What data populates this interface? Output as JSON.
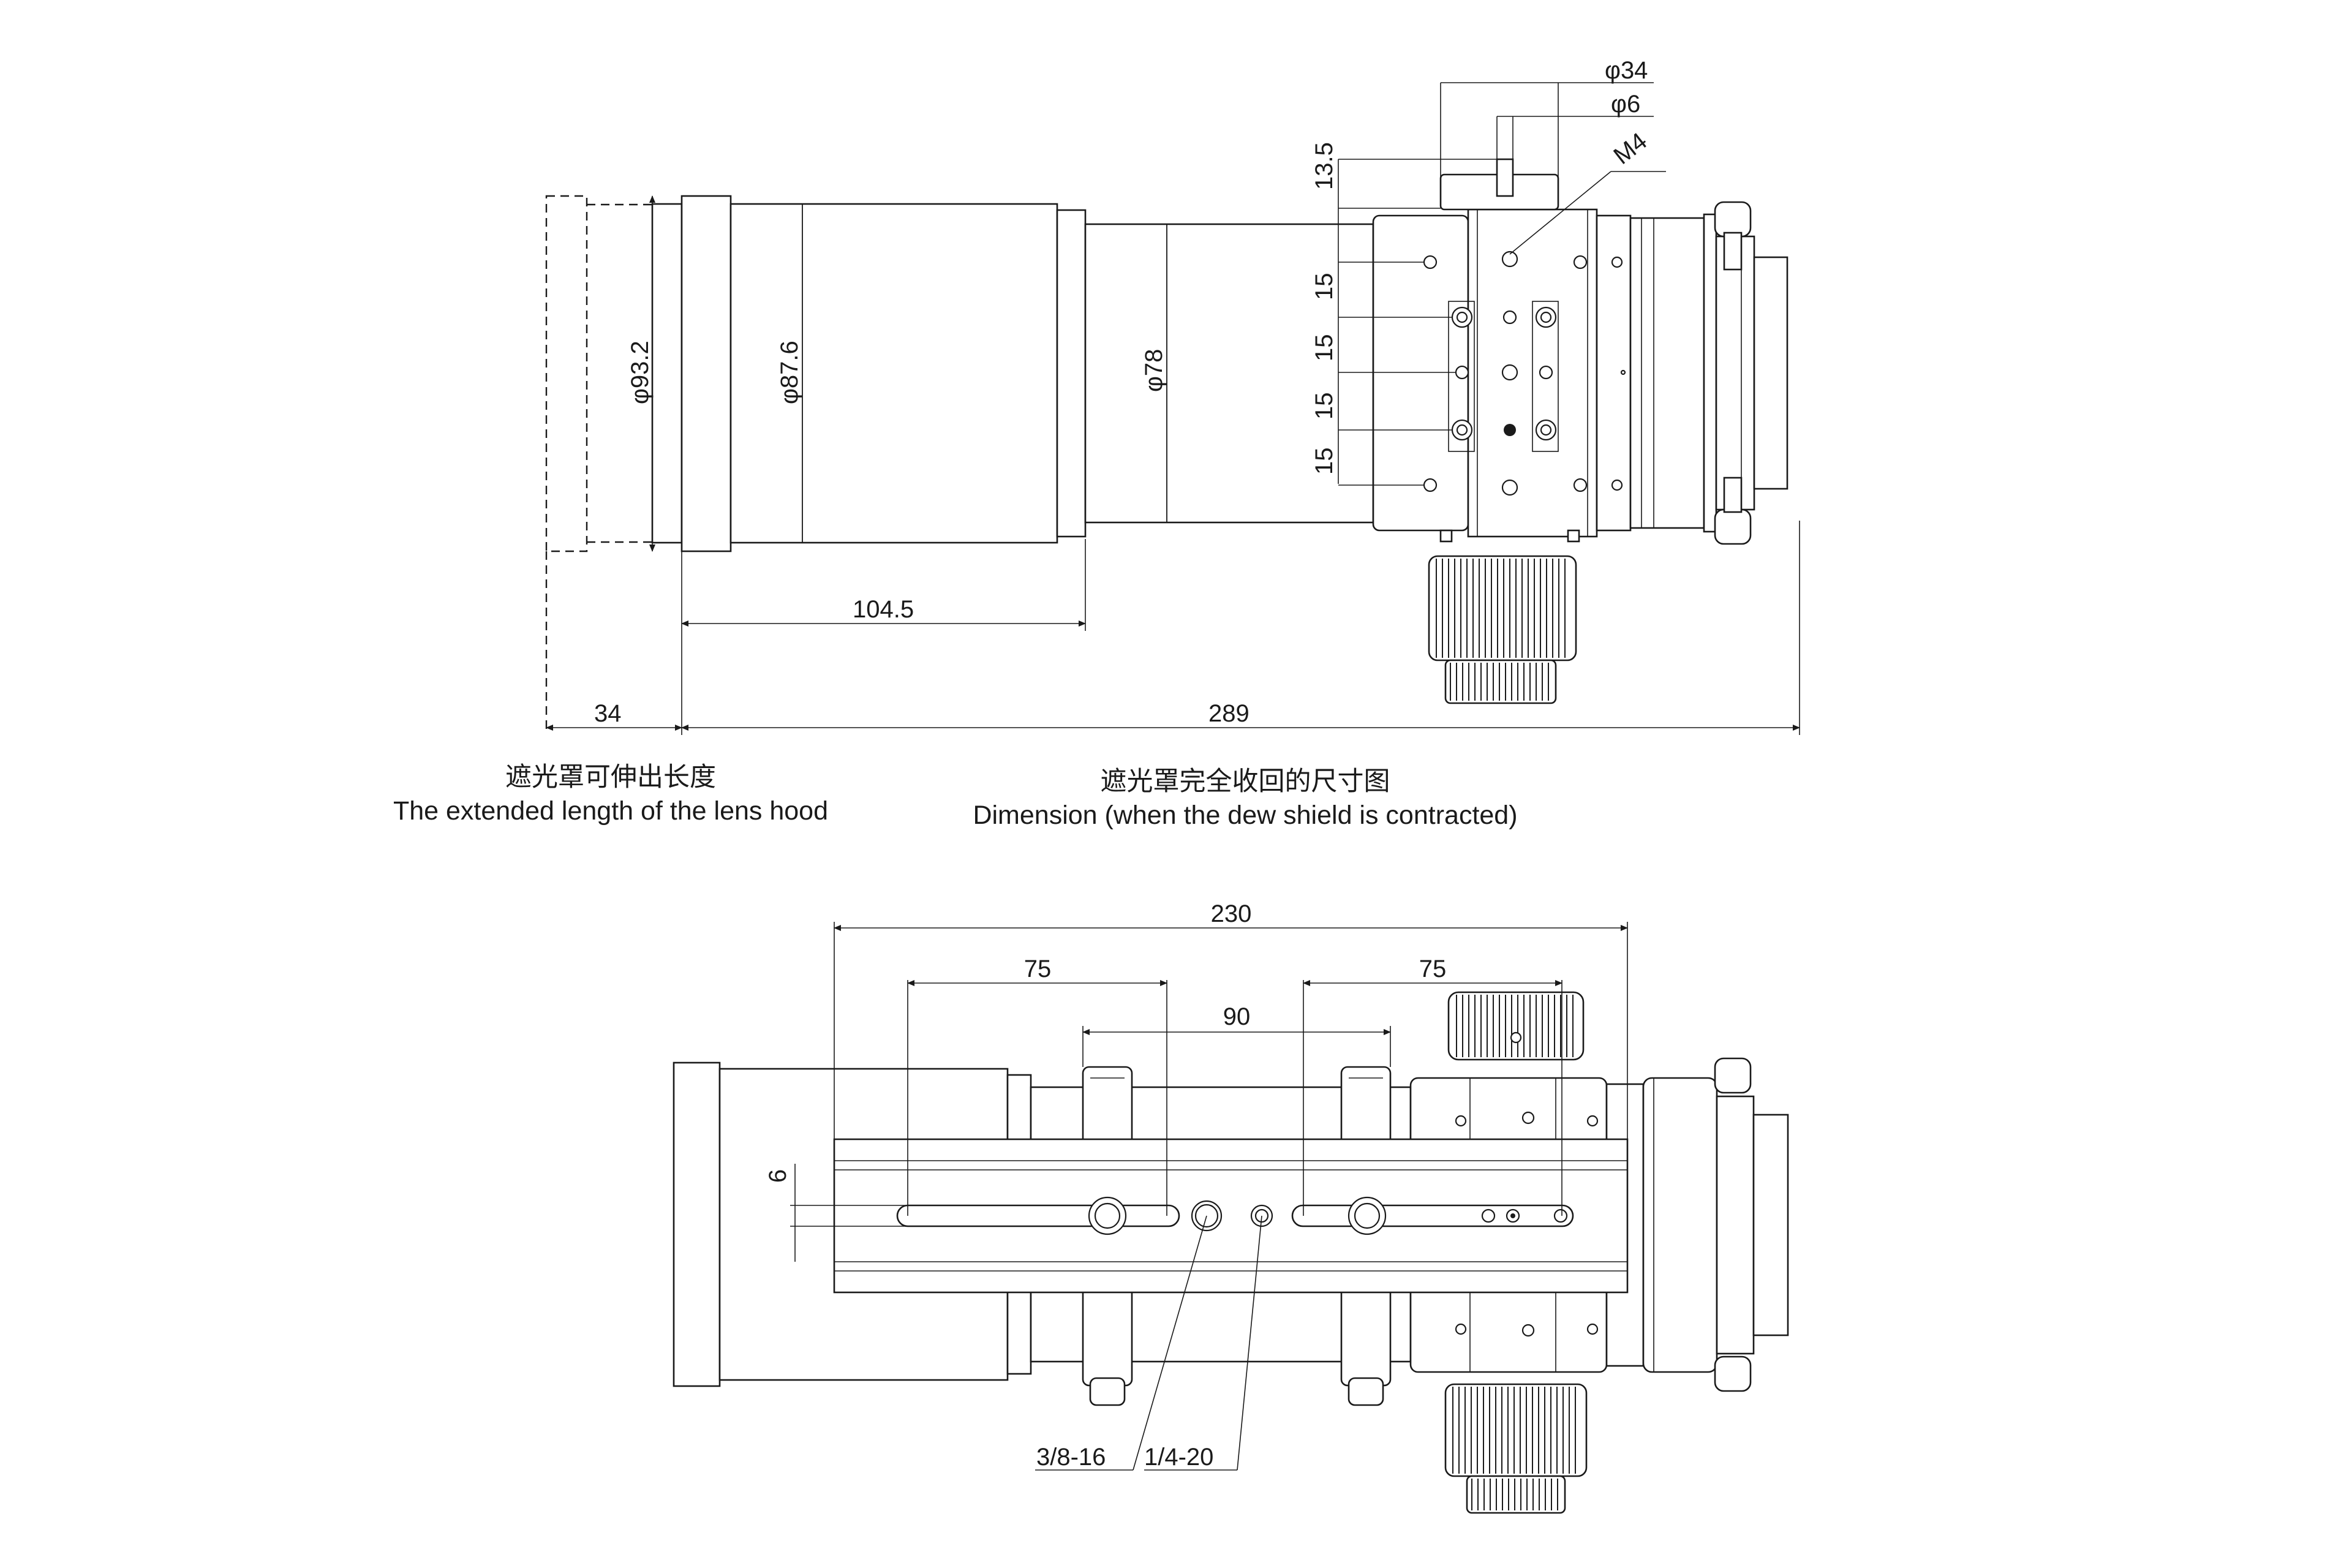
{
  "top_view": {
    "dimensions": {
      "dia_34": "φ34",
      "dia_6": "φ6",
      "thread_m4": "M4",
      "height_13_5": "13.5",
      "pitch_a": "15",
      "pitch_b": "15",
      "pitch_c": "15",
      "pitch_d": "15",
      "dia_93_2": "φ93.2",
      "dia_87_6": "φ87.6",
      "dia_78": "φ78",
      "len_104_5": "104.5",
      "len_34": "34",
      "len_289": "289"
    },
    "caption_left": {
      "cn": "遮光罩可伸出长度",
      "en": "The extended length of the lens hood"
    },
    "caption_right": {
      "cn": "遮光罩完全收回的尺寸图",
      "en": "Dimension (when the dew shield is contracted)"
    }
  },
  "bottom_view": {
    "dimensions": {
      "len_230": "230",
      "slot_left_75": "75",
      "slot_right_75": "75",
      "ring_spacing_90": "90",
      "offset_6": "6"
    },
    "threads": {
      "large": "3/8-16",
      "small": "1/4-20"
    }
  },
  "colors": {
    "line": "#1a1a1a",
    "background": "#ffffff"
  }
}
